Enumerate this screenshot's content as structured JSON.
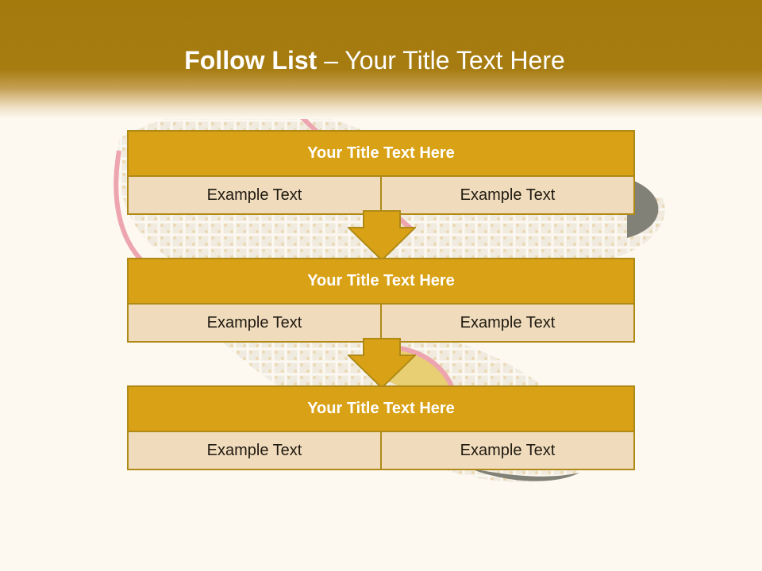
{
  "slide": {
    "title_bold": "Follow List ",
    "title_rest": " – Your Title Text Here"
  },
  "blocks": [
    {
      "title": "Your Title Text Here",
      "left": "Example Text",
      "right": "Example Text"
    },
    {
      "title": "Your Title Text Here",
      "left": "Example Text",
      "right": "Example Text"
    },
    {
      "title": "Your Title Text Here",
      "left": "Example Text",
      "right": "Example Text"
    }
  ],
  "colors": {
    "header_bar": "#a67c11",
    "block_title": "#d9a115",
    "block_cell": "#f0dbbd",
    "arrow": "#d9a115",
    "border": "#b08a16",
    "background": "#fdf9f1"
  },
  "icons": [
    "down-arrow-icon"
  ]
}
